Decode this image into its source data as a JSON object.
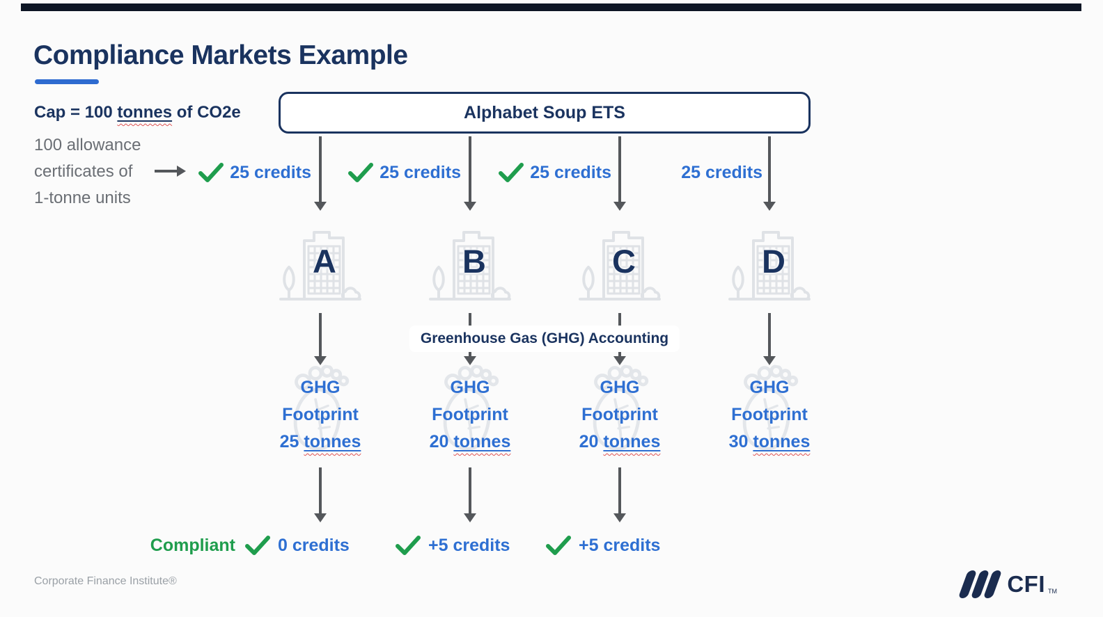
{
  "header": {
    "title": "Compliance Markets Example"
  },
  "cap": {
    "heading_pre": "Cap = 100 ",
    "heading_unit": "tonnes",
    "heading_post": " of CO2e",
    "note_line1": "100 allowance",
    "note_line2": "certificates of",
    "note_line3": "1-tonne units"
  },
  "ets": {
    "label": "Alphabet Soup ETS"
  },
  "allocations": {
    "a": "25 credits",
    "b": "25 credits",
    "c": "25 credits",
    "d": "25 credits"
  },
  "companies": {
    "a": "A",
    "b": "B",
    "c": "C",
    "d": "D"
  },
  "accounting": {
    "label": "Greenhouse Gas (GHG) Accounting"
  },
  "footprints": {
    "line1": "GHG",
    "line2": "Footprint",
    "a_amount": "25 ",
    "b_amount": "20 ",
    "c_amount": "20 ",
    "d_amount": "30 ",
    "unit": "tonnes"
  },
  "results": {
    "compliant": "Compliant",
    "a": "0 credits",
    "b": "+5 credits",
    "c": "+5 credits"
  },
  "footer": {
    "credit": "Corporate Finance Institute®",
    "logo_text": "CFI",
    "logo_tm": "TM"
  },
  "colors": {
    "navy": "#1a335f",
    "blue": "#2e6fd2",
    "green": "#1f9d4d",
    "text_gray": "#6a6e74",
    "icon_gray": "#dfe2e6",
    "arrow_gray": "#54575b",
    "accent_blue": "#2e6bd0",
    "spellcheck_red": "#e05252",
    "background": "#fbfbfb",
    "logo_navy": "#1b2c4f",
    "topbar": "#0d1524"
  }
}
